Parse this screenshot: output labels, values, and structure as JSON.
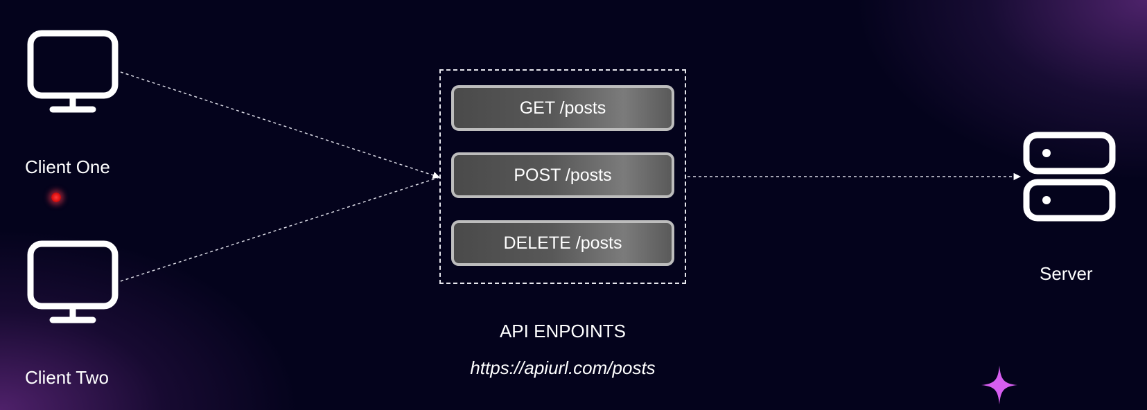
{
  "clients": [
    {
      "label": "Client One",
      "icon": "monitor-icon"
    },
    {
      "label": "Client Two",
      "icon": "monitor-icon"
    }
  ],
  "endpoints": {
    "items": [
      "GET /posts",
      "POST /posts",
      "DELETE /posts"
    ],
    "title": "API ENPOINTS",
    "url": "https://apiurl.com/posts"
  },
  "server": {
    "label": "Server",
    "icon": "server-icon"
  },
  "colors": {
    "background": "#04031c",
    "glow": "#5c2678",
    "endpoint_fill": "#585858",
    "endpoint_border": "#bdbdbd",
    "sparkle": "#d65ef0",
    "cursor_dot": "#ff3b3b"
  }
}
